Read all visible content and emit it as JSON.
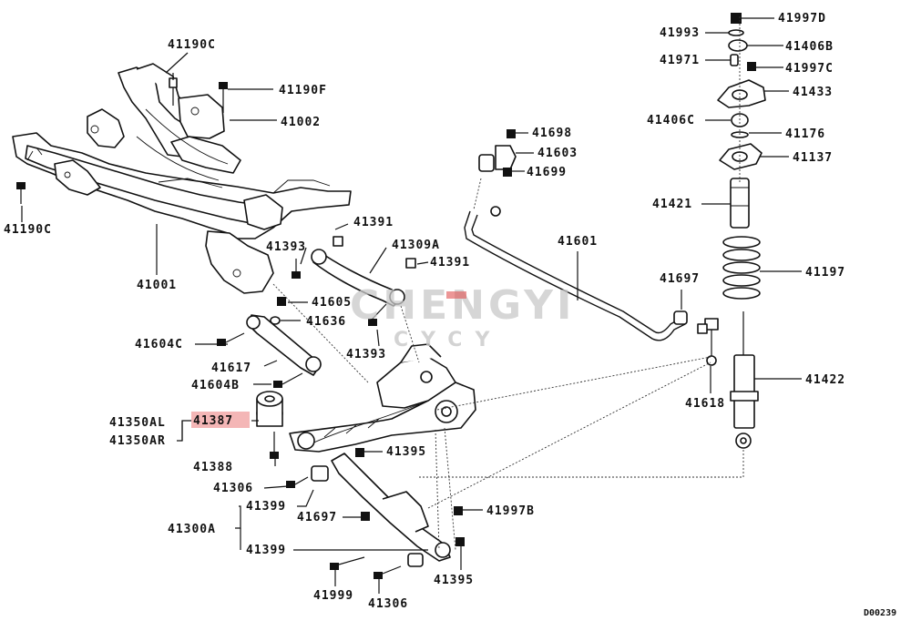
{
  "diagram": {
    "labels": {
      "l41190C_top": "41190C",
      "l41190F": "41190F",
      "l41002": "41002",
      "l41190C_left": "41190C",
      "l41001": "41001",
      "l41393_a": "41393",
      "l41391_a": "41391",
      "l41309A": "41309A",
      "l41391_b": "41391",
      "l41605": "41605",
      "l41636": "41636",
      "l41393_b": "41393",
      "l41604C": "41604C",
      "l41617": "41617",
      "l41604B": "41604B",
      "l41350AL": "41350AL",
      "l41387": "41387",
      "l41350AR": "41350AR",
      "l41388": "41388",
      "l41395_a": "41395",
      "l41306_a": "41306",
      "l41399_a": "41399",
      "l41697_b": "41697",
      "l41997B": "41997B",
      "l41300A": "41300A",
      "l41399_b": "41399",
      "l41395_b": "41395",
      "l41999": "41999",
      "l41306_b": "41306",
      "l41698": "41698",
      "l41603": "41603",
      "l41699": "41699",
      "l41601": "41601",
      "l41697_a": "41697",
      "l41618": "41618",
      "l41997D": "41997D",
      "l41993": "41993",
      "l41406B": "41406B",
      "l41971": "41971",
      "l41997C": "41997C",
      "l41433": "41433",
      "l41406C": "41406C",
      "l41176": "41176",
      "l41137": "41137",
      "l41421": "41421",
      "l41197": "41197",
      "l41422": "41422"
    },
    "watermark": {
      "brand": "CHENGYI",
      "sub": "CYCY"
    },
    "drawing_code": "D00239",
    "highlight_color": "#f4b6b6"
  }
}
